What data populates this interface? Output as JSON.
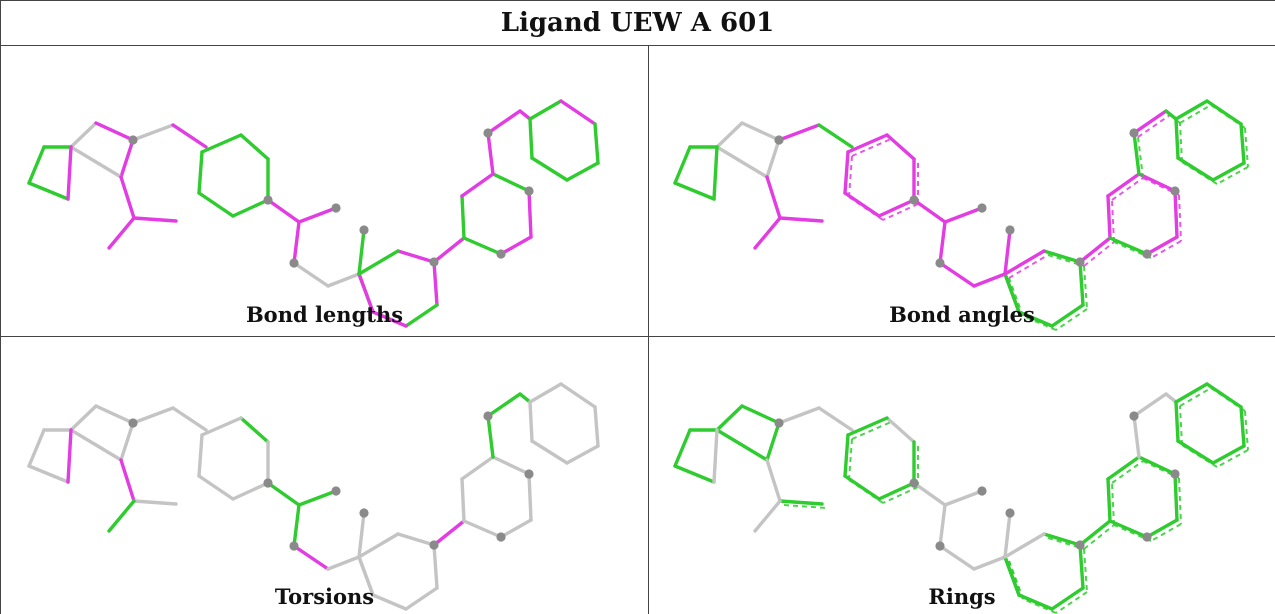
{
  "title": "Ligand UEW A 601",
  "colors": {
    "good": "#2ecc2e",
    "bad": "#e23ce2",
    "neutral": "#c4c4c4",
    "atom": "#8a8a8a",
    "border": "#444444"
  },
  "panels": [
    {
      "caption": "Bond lengths",
      "bond_colors": [
        "neutral",
        "bad",
        "bad",
        "neutral",
        "good",
        "good",
        "good",
        "bad",
        "bad",
        "neutral",
        "bad",
        "good",
        "good",
        "good",
        "good",
        "good",
        "good",
        "bad",
        "bad",
        "bad",
        "bad",
        "bad",
        "neutral",
        "neutral",
        "good",
        "good",
        "bad",
        "bad",
        "bad",
        "good",
        "bad",
        "good",
        "bad",
        "good",
        "bad",
        "good",
        "bad",
        "bad",
        "bad",
        "bad",
        "bad",
        "good",
        "bad",
        "good"
      ],
      "dashed_bonds": []
    },
    {
      "caption": "Bond angles",
      "bond_colors": [
        "neutral",
        "neutral",
        "neutral",
        "neutral",
        "good",
        "good",
        "good",
        "good",
        "bad",
        "bad",
        "good",
        "bad",
        "bad",
        "bad",
        "bad",
        "bad",
        "bad",
        "bad",
        "bad",
        "bad",
        "bad",
        "bad",
        "bad",
        "bad",
        "bad",
        "bad",
        "good",
        "good",
        "good",
        "good",
        "good",
        "bad",
        "bad",
        "bad",
        "bad",
        "bad",
        "bad",
        "bad",
        "good",
        "bad",
        "good",
        "good",
        "good",
        "good"
      ],
      "dashed_bonds": [
        11,
        12,
        13,
        14,
        15,
        16,
        26,
        27,
        28,
        29,
        30,
        31,
        32,
        33,
        34,
        35,
        36,
        37,
        38,
        39,
        40,
        41,
        42,
        43
      ]
    },
    {
      "caption": "Torsions",
      "bond_colors": [
        "neutral",
        "neutral",
        "neutral",
        "neutral",
        "neutral",
        "neutral",
        "neutral",
        "bad",
        "bad",
        "neutral",
        "neutral",
        "good",
        "neutral",
        "neutral",
        "neutral",
        "neutral",
        "neutral",
        "neutral",
        "good",
        "good",
        "good",
        "good",
        "bad",
        "neutral",
        "neutral",
        "neutral",
        "neutral",
        "neutral",
        "neutral",
        "neutral",
        "neutral",
        "neutral",
        "bad",
        "neutral",
        "neutral",
        "neutral",
        "neutral",
        "neutral",
        "good",
        "good",
        "good",
        "neutral",
        "neutral",
        "neutral"
      ],
      "dashed_bonds": []
    },
    {
      "caption": "Rings",
      "bond_colors": [
        "good",
        "good",
        "good",
        "good",
        "good",
        "good",
        "good",
        "neutral",
        "neutral",
        "neutral",
        "neutral",
        "neutral",
        "good",
        "good",
        "good",
        "good",
        "good",
        "good",
        "neutral",
        "neutral",
        "neutral",
        "neutral",
        "neutral",
        "neutral",
        "neutral",
        "good",
        "good",
        "good",
        "good",
        "good",
        "good",
        "neutral",
        "good",
        "good",
        "good",
        "good",
        "good",
        "good",
        "neutral",
        "neutral",
        "neutral",
        "good",
        "good",
        "good"
      ],
      "dashed_bonds": [
        12,
        13,
        14,
        15,
        16,
        17,
        25,
        26,
        27,
        28,
        29,
        30,
        32,
        33,
        34,
        35,
        36,
        37,
        41,
        42,
        43
      ]
    }
  ]
}
